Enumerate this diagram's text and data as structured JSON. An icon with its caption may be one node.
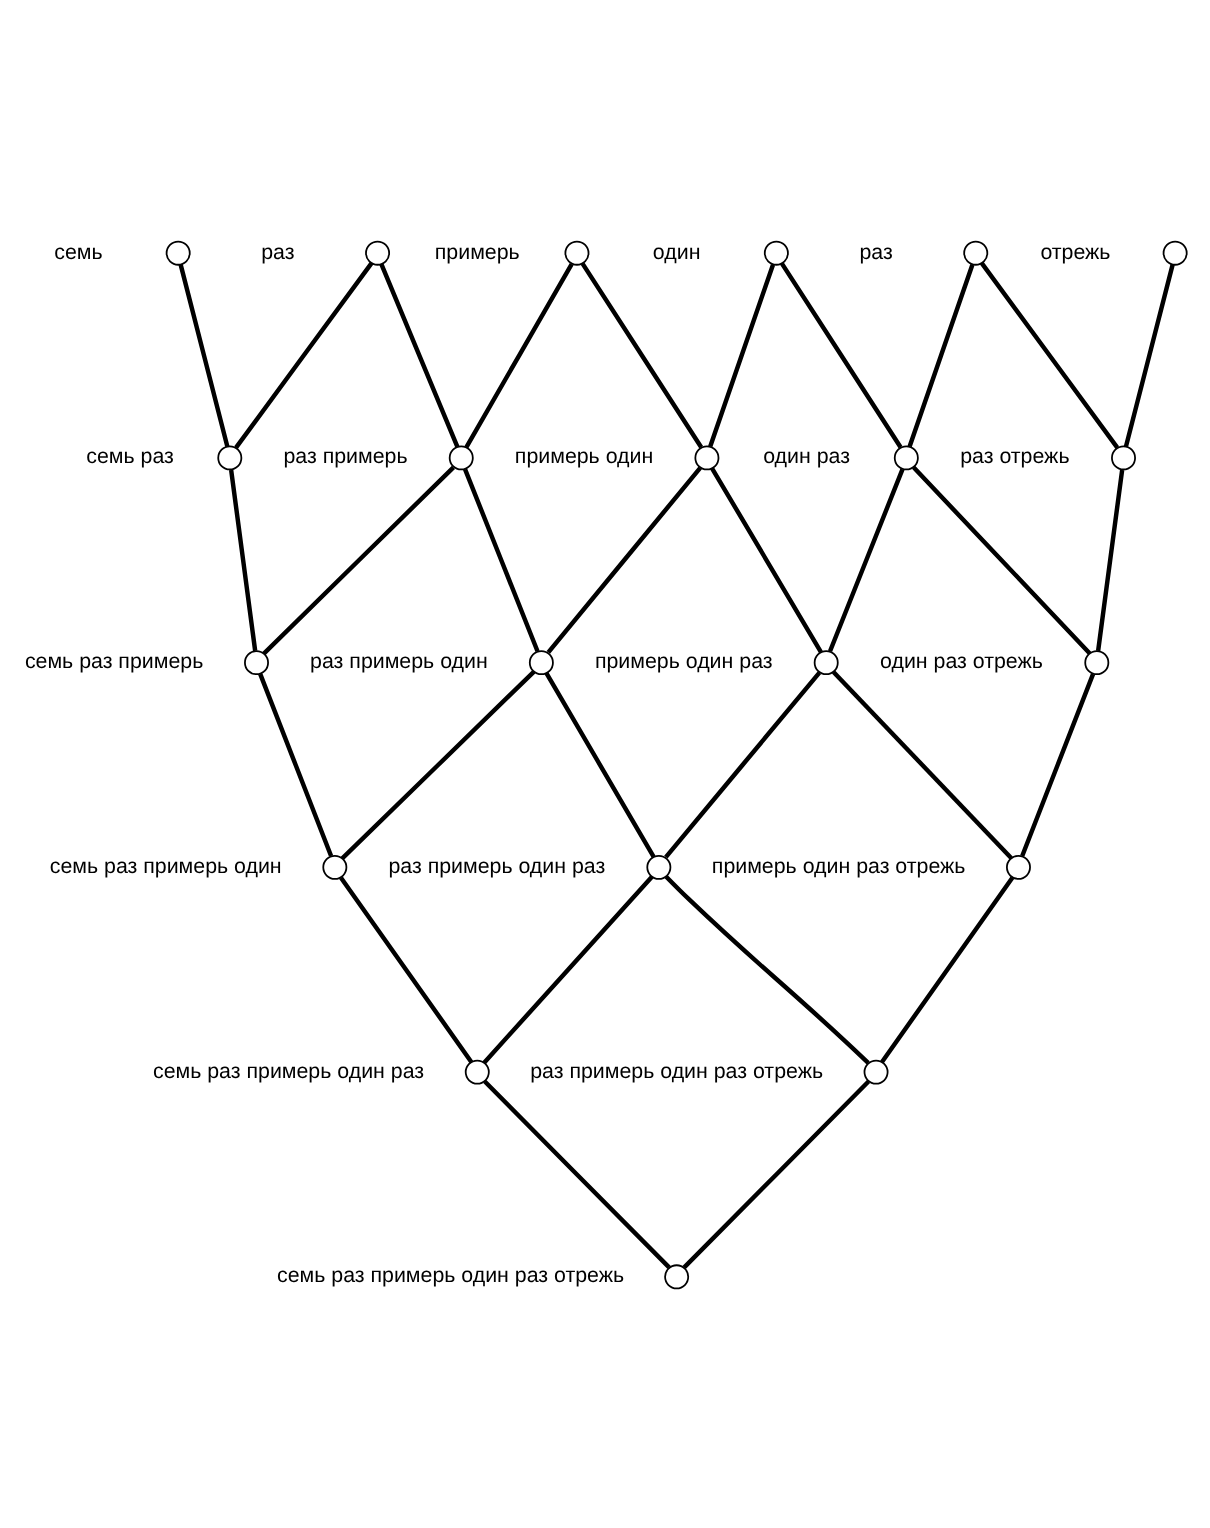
{
  "diagram": {
    "nodes": [
      {
        "text": [],
        "shape": "circle",
        "beside": [
          "семь"
        ]
      },
      {
        "text": [],
        "shape": "circle",
        "beside": [
          "раз"
        ]
      },
      {
        "text": [],
        "shape": "circle",
        "beside": [
          "примерь"
        ]
      },
      {
        "text": [],
        "shape": "circle",
        "beside": [
          "один"
        ]
      },
      {
        "text": [],
        "shape": "circle",
        "beside": [
          "раз"
        ]
      },
      {
        "text": [],
        "shape": "circle",
        "beside": [
          "отрежь"
        ]
      },
      {
        "text": [],
        "shape": "circle",
        "beside": [
          "семь раз"
        ]
      },
      {
        "text": [],
        "shape": "circle",
        "beside": [
          "раз примерь"
        ]
      },
      {
        "text": [],
        "shape": "circle",
        "beside": [
          "примерь один"
        ]
      },
      {
        "text": [],
        "shape": "circle",
        "beside": [
          "один раз"
        ]
      },
      {
        "text": [],
        "shape": "circle",
        "beside": [
          "раз отрежь"
        ]
      },
      {
        "text": [],
        "shape": "circle",
        "beside": [
          "семь раз примерь"
        ]
      },
      {
        "text": [],
        "shape": "circle",
        "beside": [
          "раз примерь один"
        ]
      },
      {
        "text": [],
        "shape": "circle",
        "beside": [
          "примерь один раз"
        ]
      },
      {
        "text": [],
        "shape": "circle",
        "beside": [
          "один раз отрежь"
        ]
      },
      {
        "text": [],
        "shape": "circle",
        "beside": [
          "семь раз примерь один"
        ]
      },
      {
        "text": [],
        "shape": "circle",
        "beside": [
          "раз примерь один раз"
        ]
      },
      {
        "text": [],
        "shape": "circle",
        "beside": [
          "примерь один раз отрежь"
        ]
      },
      {
        "text": [],
        "shape": "circle",
        "beside": [
          "семь раз примерь один раз"
        ]
      },
      {
        "text": [],
        "shape": "circle",
        "beside": [
          "раз примерь один раз отрежь"
        ]
      },
      {
        "text": [],
        "shape": "circle",
        "beside": [
          "семь раз примерь один раз отрежь"
        ]
      }
    ],
    "edges": [
      {
        "from": 0,
        "to": 6,
        "arrow": "none"
      },
      {
        "from": 1,
        "to": 6,
        "arrow": "none"
      },
      {
        "from": 1,
        "to": 7,
        "arrow": "none"
      },
      {
        "from": 2,
        "to": 7,
        "arrow": "none"
      },
      {
        "from": 2,
        "to": 8,
        "arrow": "none"
      },
      {
        "from": 3,
        "to": 8,
        "arrow": "none"
      },
      {
        "from": 3,
        "to": 9,
        "arrow": "none"
      },
      {
        "from": 4,
        "to": 9,
        "arrow": "none"
      },
      {
        "from": 4,
        "to": 10,
        "arrow": "none"
      },
      {
        "from": 5,
        "to": 10,
        "arrow": "none"
      },
      {
        "from": 6,
        "to": 11,
        "arrow": "none"
      },
      {
        "from": 7,
        "to": 11,
        "arrow": "none"
      },
      {
        "from": 7,
        "to": 12,
        "arrow": "none"
      },
      {
        "from": 8,
        "to": 12,
        "arrow": "none"
      },
      {
        "from": 8,
        "to": 13,
        "arrow": "none"
      },
      {
        "from": 9,
        "to": 13,
        "arrow": "none"
      },
      {
        "from": 9,
        "to": 14,
        "arrow": "none"
      },
      {
        "from": 10,
        "to": 14,
        "arrow": "none"
      },
      {
        "from": 11,
        "to": 15,
        "arrow": "none"
      },
      {
        "from": 12,
        "to": 15,
        "arrow": "none"
      },
      {
        "from": 12,
        "to": 16,
        "arrow": "none"
      },
      {
        "from": 13,
        "to": 16,
        "arrow": "none"
      },
      {
        "from": 13,
        "to": 17,
        "arrow": "none"
      },
      {
        "from": 14,
        "to": 17,
        "arrow": "none"
      },
      {
        "from": 15,
        "to": 18,
        "arrow": "none"
      },
      {
        "from": 16,
        "to": 18,
        "arrow": "none"
      },
      {
        "from": 16,
        "to": 19,
        "arrow": "none"
      },
      {
        "from": 17,
        "to": 19,
        "arrow": "none"
      },
      {
        "from": 18,
        "to": 20,
        "arrow": "none"
      },
      {
        "from": 19,
        "to": 20,
        "arrow": "none"
      }
    ]
  }
}
